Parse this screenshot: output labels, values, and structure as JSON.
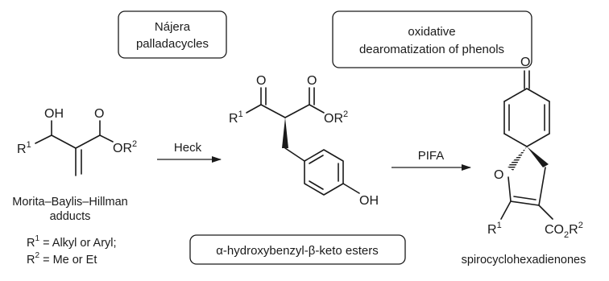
{
  "boxes": {
    "najera_line1": "Nájera",
    "najera_line2": "palladacycles",
    "oxid_line1": "oxidative",
    "oxid_line2": "dearomatization of phenols",
    "keto_esters": "α-hydroxybenzyl-β-keto esters"
  },
  "reactant": {
    "oh": "OH",
    "o": "O",
    "r1": "R",
    "r1_sup": "1",
    "or2": "OR",
    "or2_sup": "2",
    "name_line1": "Morita–Baylis–Hillman",
    "name_line2": "adducts",
    "def_r1_prefix": "R",
    "def_r1_sup": "1",
    "def_r1_text": " = Alkyl or Aryl;",
    "def_r2_prefix": "R",
    "def_r2_sup": "2",
    "def_r2_text": " = Me or Et"
  },
  "arrow1": {
    "label": "Heck"
  },
  "intermediate": {
    "o_ketone": "O",
    "o_ester": "O",
    "r1": "R",
    "r1_sup": "1",
    "or2": "OR",
    "or2_sup": "2",
    "oh": "OH"
  },
  "arrow2": {
    "label": "PIFA"
  },
  "product": {
    "o_top": "O",
    "o_ring": "O",
    "r1": "R",
    "r1_sup": "1",
    "co2r2_a": "CO",
    "co2r2_sub": "2",
    "co2r2_b": "R",
    "co2r2_sup": "2",
    "name": "spirocyclohexadienones"
  }
}
